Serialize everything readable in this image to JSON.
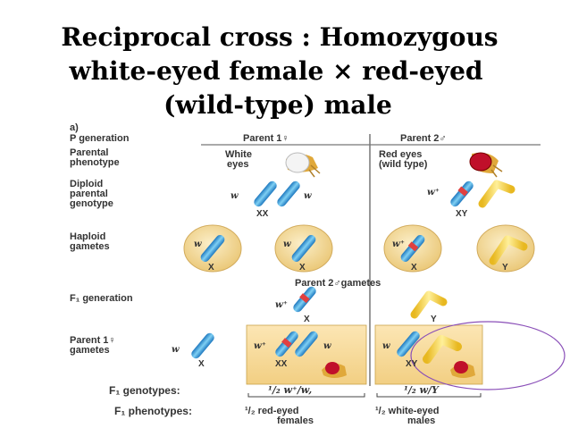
{
  "title": {
    "line1": "Reciprocal cross : Homozygous",
    "line2": "white-eyed female × red-eyed",
    "line3": "(wild-type) male"
  },
  "figure": {
    "panel": "a)",
    "rows": {
      "p_generation": "P generation",
      "parental_phenotype": [
        "Parental",
        "phenotype"
      ],
      "diploid_genotype": [
        "Diploid",
        "parental",
        "genotype"
      ],
      "haploid_gametes": [
        "Haploid",
        "gametes"
      ],
      "f1_generation": "F₁ generation",
      "parent1_gametes": [
        "Parent 1♀",
        "gametes"
      ]
    },
    "headers": {
      "parent1": "Parent 1♀",
      "parent2": "Parent 2♂",
      "parent2_gametes": "Parent 2♂gametes"
    },
    "phenotypes": {
      "parent1": [
        "White",
        "eyes"
      ],
      "parent2": [
        "Red eyes",
        "(wild type)"
      ]
    },
    "labels": {
      "w": "w",
      "w_plus": "w⁺",
      "xx": "XX",
      "xy": "XY",
      "x": "X",
      "y": "Y"
    },
    "f1_genotypes": {
      "label": "F₁ genotypes:",
      "female": "¹/₂ w⁺/w,",
      "male": "¹/₂ w/Y"
    },
    "f1_phenotypes": {
      "label": "F₁ phenotypes:",
      "female": [
        "¹/₂ red-eyed",
        "females"
      ],
      "male": [
        "¹/₂ white-eyed",
        "males"
      ]
    }
  },
  "colors": {
    "x_chromosome": "#3aa0d8",
    "y_chromosome": "#f2d23a",
    "w_plus_band": "#e04040",
    "gamete_fill": "#f5dfa6",
    "highlight_circle": "#8a4fb8"
  },
  "icons": [
    "fly-white-eye-icon",
    "fly-red-eye-icon"
  ]
}
